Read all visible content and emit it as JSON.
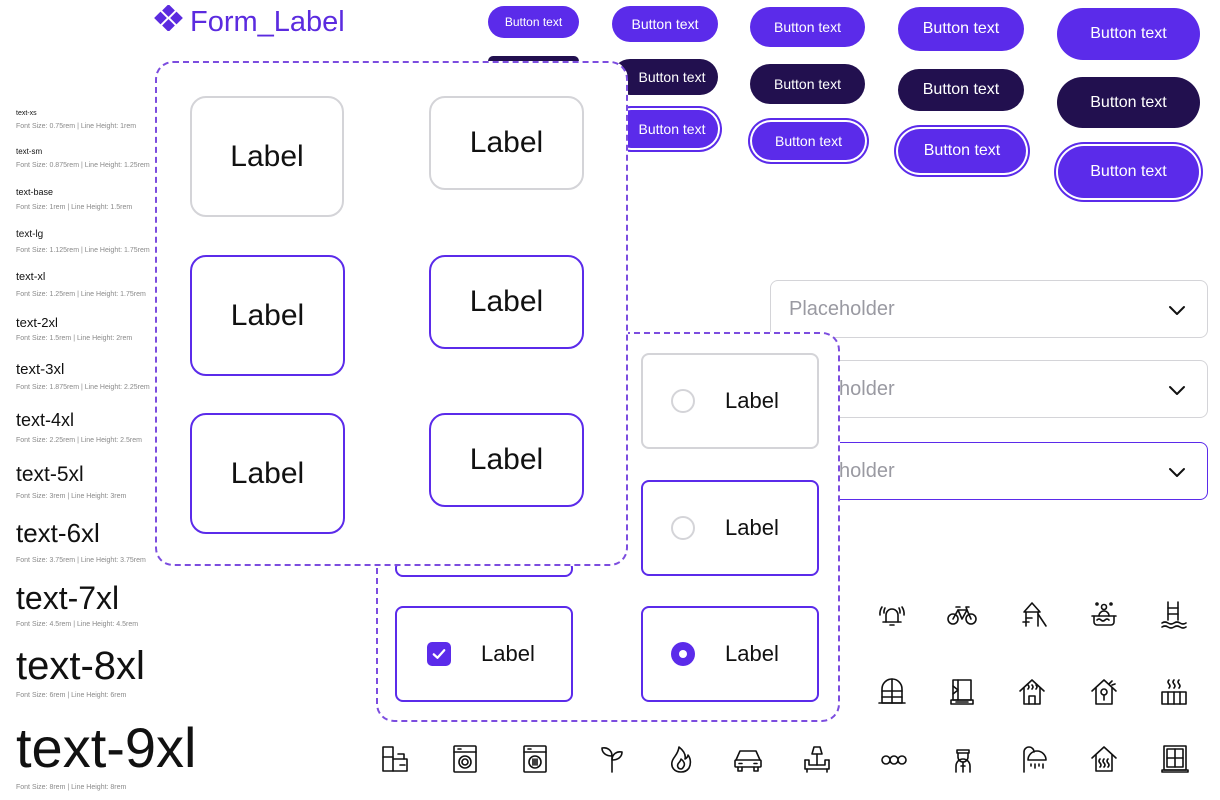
{
  "title": {
    "text": "Form_Label",
    "icon": "four-diamond-icon",
    "color": "#5b2bdf"
  },
  "typography": [
    {
      "name": "text-xs",
      "meta": "Font Size: 0.75rem | Line Height: 1rem"
    },
    {
      "name": "text-sm",
      "meta": "Font Size: 0.875rem | Line Height: 1.25rem"
    },
    {
      "name": "text-base",
      "meta": "Font Size: 1rem | Line Height: 1.5rem"
    },
    {
      "name": "text-lg",
      "meta": "Font Size: 1.125rem | Line Height: 1.75rem"
    },
    {
      "name": "text-xl",
      "meta": "Font Size: 1.25rem | Line Height: 1.75rem"
    },
    {
      "name": "text-2xl",
      "meta": "Font Size: 1.5rem | Line Height: 2rem"
    },
    {
      "name": "text-3xl",
      "meta": "Font Size: 1.875rem | Line Height: 2.25rem"
    },
    {
      "name": "text-4xl",
      "meta": "Font Size: 2.25rem | Line Height: 2.5rem"
    },
    {
      "name": "text-5xl",
      "meta": "Font Size: 3rem | Line Height: 3rem"
    },
    {
      "name": "text-6xl",
      "meta": "Font Size: 3.75rem | Line Height: 3.75rem"
    },
    {
      "name": "text-7xl",
      "meta": "Font Size: 4.5rem | Line Height: 4.5rem"
    },
    {
      "name": "text-8xl",
      "meta": "Font Size: 6rem | Line Height: 6rem"
    },
    {
      "name": "text-9xl",
      "meta": "Font Size: 8rem | Line Height: 8rem"
    }
  ],
  "buttons": {
    "label": "Button text",
    "colors": {
      "primary": "#5b2bea",
      "dark": "#22104f"
    }
  },
  "selects": [
    {
      "placeholder": "Placeholder",
      "state": "default"
    },
    {
      "placeholder": "Placeholder",
      "state": "hover"
    },
    {
      "placeholder": "Placeholder",
      "state": "focus"
    }
  ],
  "label_cards": [
    {
      "label": "Label",
      "state": "default"
    },
    {
      "label": "Label",
      "state": "default"
    },
    {
      "label": "Label",
      "state": "hover"
    },
    {
      "label": "Label",
      "state": "hover"
    },
    {
      "label": "Label",
      "state": "selected"
    },
    {
      "label": "Label",
      "state": "selected"
    }
  ],
  "options": [
    {
      "label": "Label",
      "control": "radio",
      "checked": false
    },
    {
      "label": "Label",
      "control": "radio",
      "checked": false
    },
    {
      "label": "Label",
      "control": "checkbox",
      "checked": true
    },
    {
      "label": "Label",
      "control": "radio",
      "checked": true
    }
  ],
  "icons": [
    "alarm-bell-icon",
    "bicycle-icon",
    "playground-icon",
    "hot-tub-icon",
    "swimming-pool-icon",
    "greenhouse-icon",
    "sauna-icon",
    "heated-house-icon",
    "smart-home-icon",
    "heating-radiator-icon",
    "kitchen-icon",
    "washing-machine-icon",
    "dryer-icon",
    "plant-icon",
    "fire-icon",
    "car-icon",
    "furniture-icon",
    "infinity-loop-icon",
    "concierge-icon",
    "shower-icon",
    "floor-heating-icon",
    "window-icon"
  ]
}
